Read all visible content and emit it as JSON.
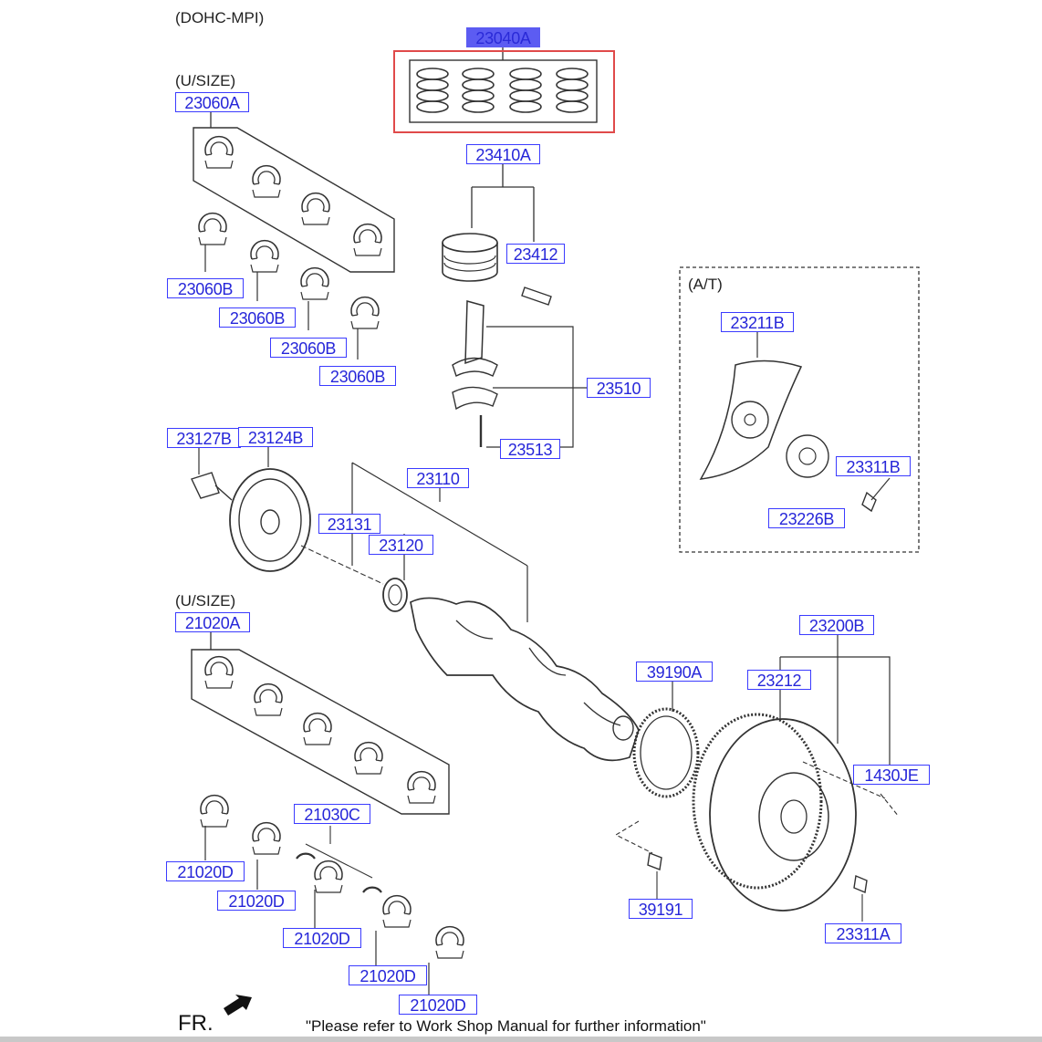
{
  "headings": {
    "engine": "(DOHC-MPI)",
    "undersize_upper": "(U/SIZE)",
    "undersize_lower": "(U/SIZE)",
    "auto_trans": "(A/T)"
  },
  "footer": {
    "direction": "FR.",
    "note": "\"Please refer to Work Shop Manual for further information\""
  },
  "selected_part": "23040A",
  "parts": {
    "p23040A": "23040A",
    "p23060A": "23060A",
    "p23060B_1": "23060B",
    "p23060B_2": "23060B",
    "p23060B_3": "23060B",
    "p23060B_4": "23060B",
    "p23410A": "23410A",
    "p23412": "23412",
    "p23510": "23510",
    "p23513": "23513",
    "p23211B": "23211B",
    "p23311B": "23311B",
    "p23226B": "23226B",
    "p23127B": "23127B",
    "p23124B": "23124B",
    "p23110": "23110",
    "p23131": "23131",
    "p23120": "23120",
    "p21020A": "21020A",
    "p23200B": "23200B",
    "p39190A": "39190A",
    "p23212": "23212",
    "p1430JE": "1430JE",
    "p21030C": "21030C",
    "p21020D_1": "21020D",
    "p21020D_2": "21020D",
    "p21020D_3": "21020D",
    "p21020D_4": "21020D",
    "p21020D_5": "21020D",
    "p39191": "39191",
    "p23311A": "23311A"
  },
  "colors": {
    "label_border": "#3b3bff",
    "label_text": "#2626d9",
    "selected_fill": "#5c5cf2",
    "highlight_box": "#e04a4a",
    "line_art": "#333333"
  }
}
